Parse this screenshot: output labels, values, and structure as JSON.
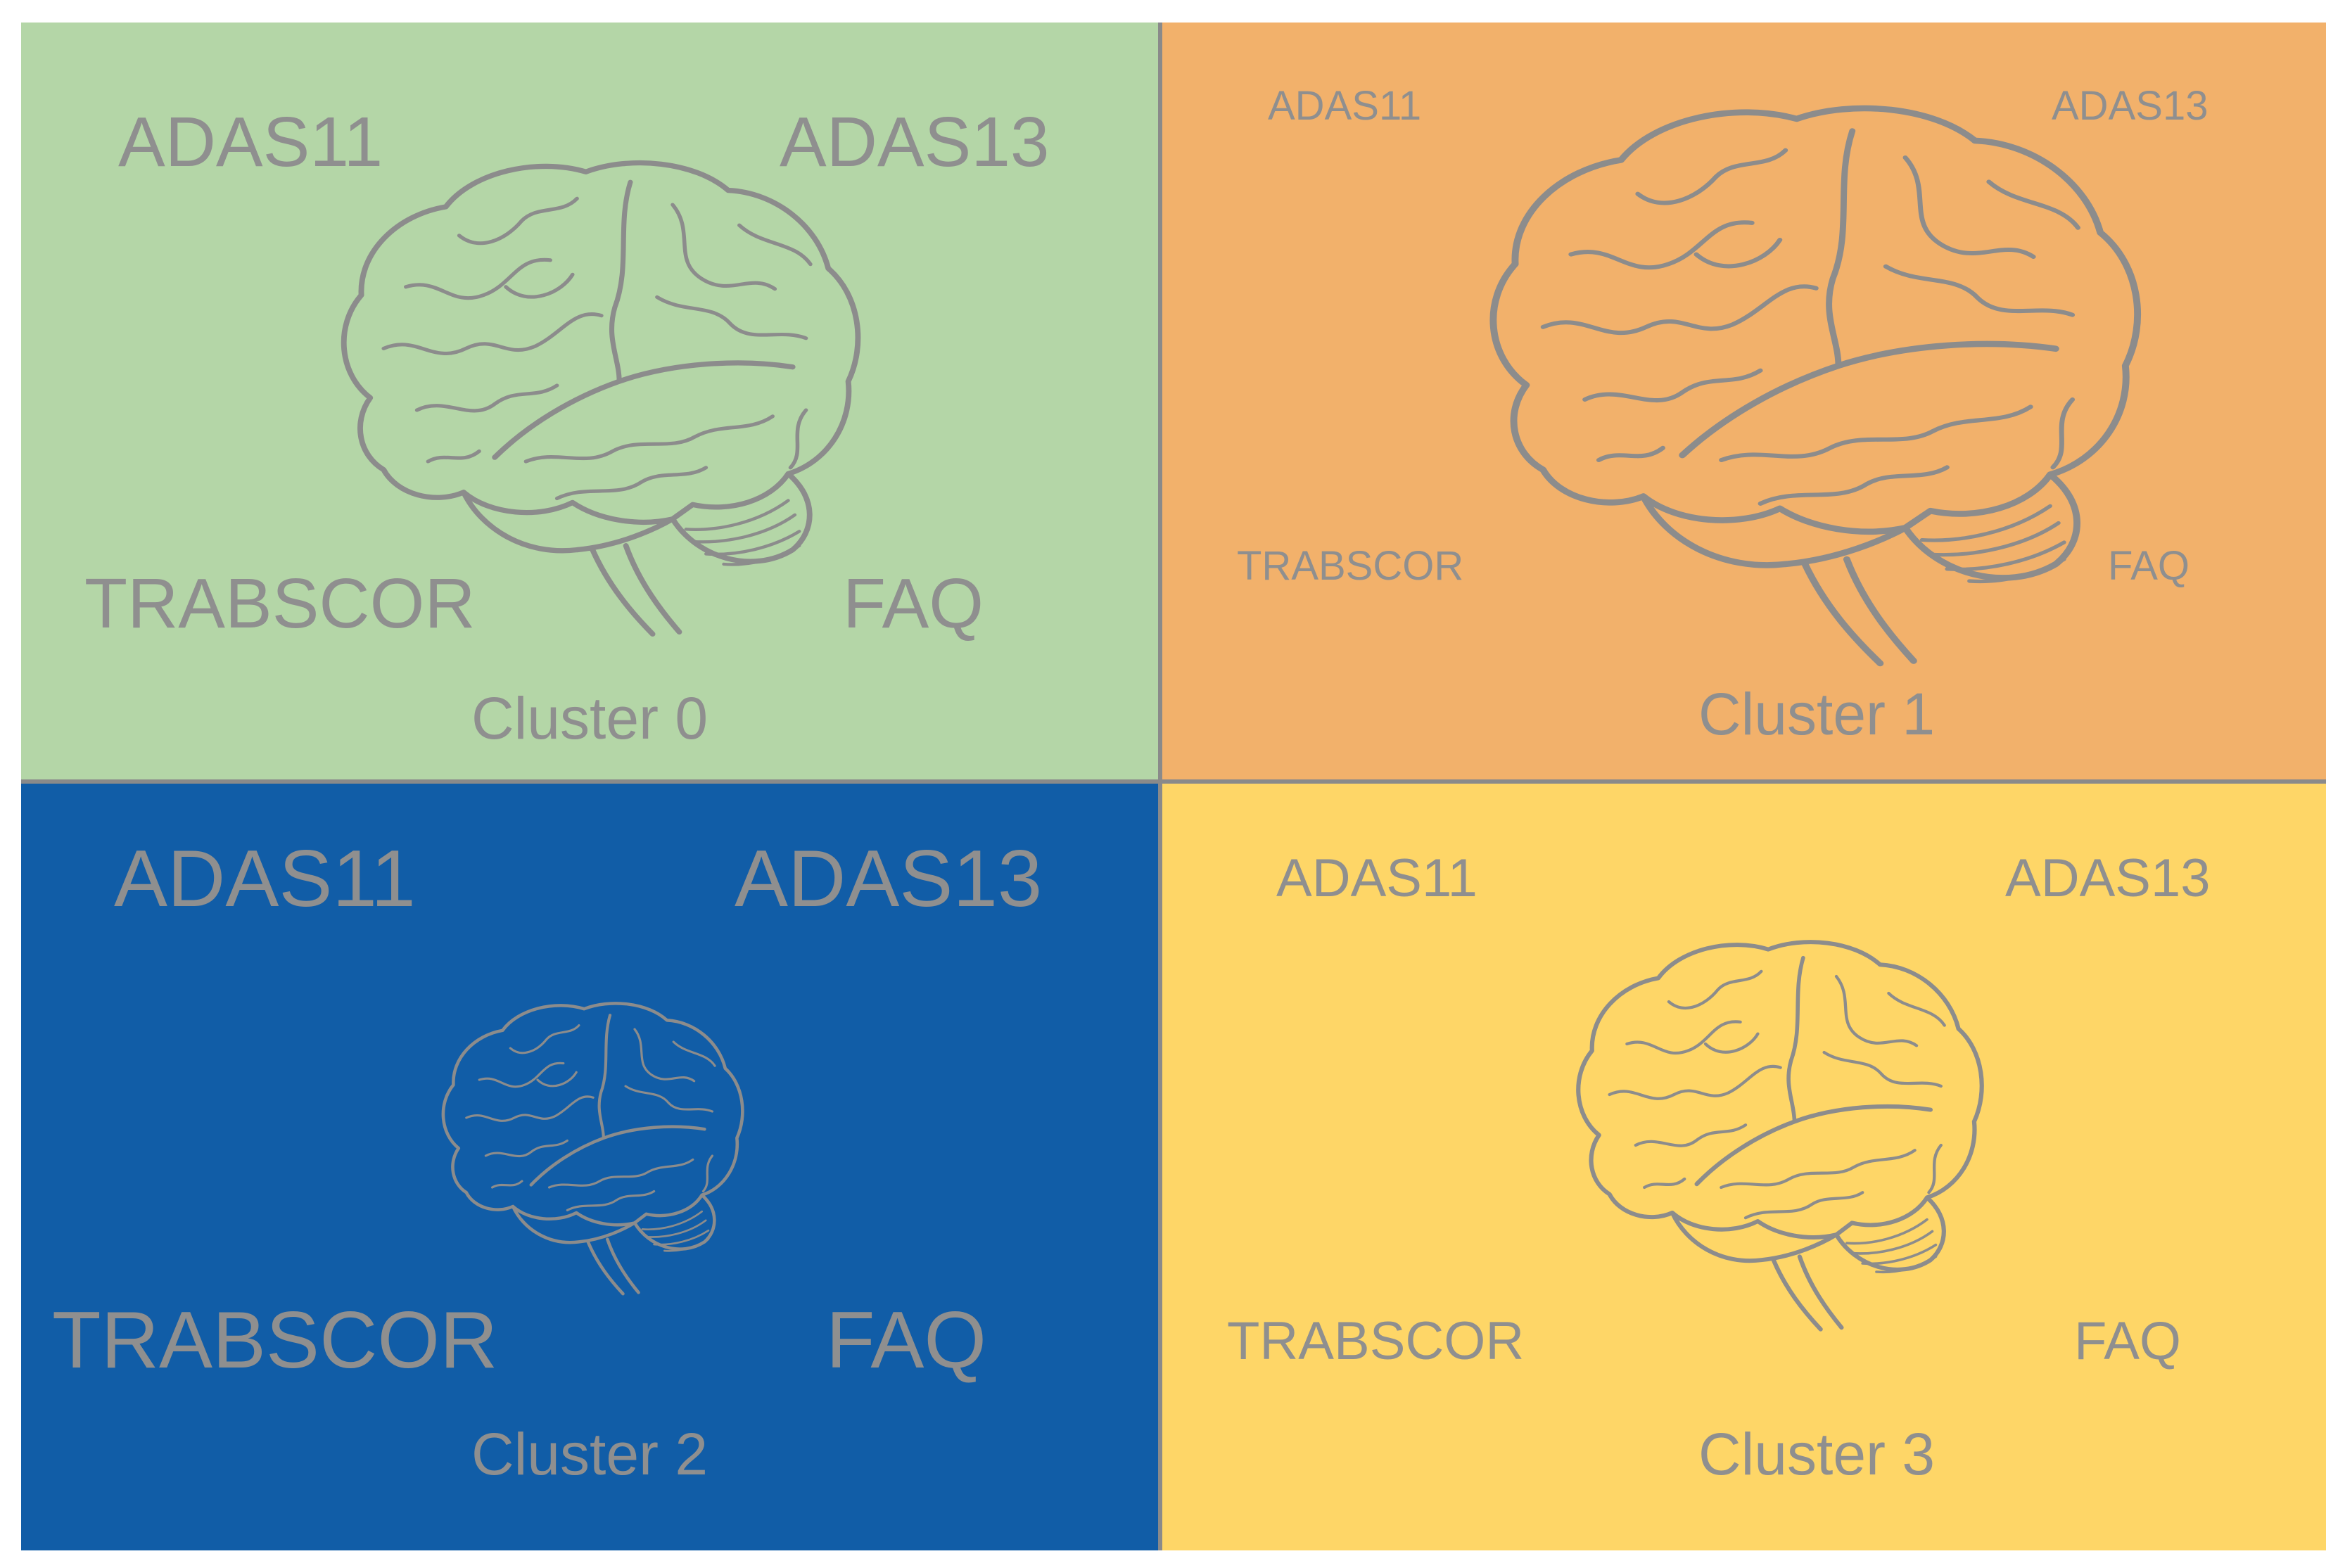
{
  "colors": {
    "cluster0": "#b4d6a7",
    "cluster1": "#f2b16b",
    "cluster2": "#115da7",
    "cluster3": "#fed667",
    "label_gray": "#8f8f8f",
    "brain_stroke": "#8c8c8c",
    "divider": "#8a8a8a"
  },
  "icon": "brain-icon",
  "clusters": [
    {
      "name": "Cluster 0",
      "labels": {
        "top_left": "ADAS11",
        "top_right": "ADAS13",
        "bottom_left": "TRABSCOR",
        "bottom_right": "FAQ"
      }
    },
    {
      "name": "Cluster 1",
      "labels": {
        "top_left": "ADAS11",
        "top_right": "ADAS13",
        "bottom_left": "TRABSCOR",
        "bottom_right": "FAQ"
      }
    },
    {
      "name": "Cluster 2",
      "labels": {
        "top_left": "ADAS11",
        "top_right": "ADAS13",
        "bottom_left": "TRABSCOR",
        "bottom_right": "FAQ"
      }
    },
    {
      "name": "Cluster 3",
      "labels": {
        "top_left": "ADAS11",
        "top_right": "ADAS13",
        "bottom_left": "TRABSCOR",
        "bottom_right": "FAQ"
      }
    }
  ]
}
